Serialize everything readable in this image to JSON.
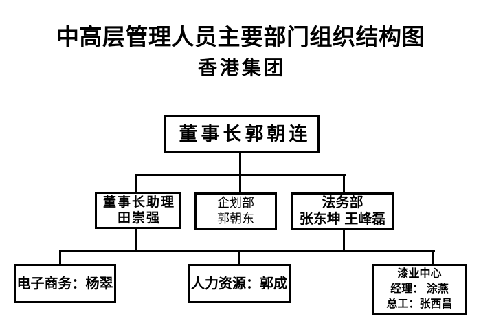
{
  "title": {
    "line1": "中高层管理人员主要部门组织结构图",
    "line2": "香港集团"
  },
  "org": {
    "chairman": {
      "line1": "董事长郭朝连"
    },
    "assistant": {
      "line1": "董事长助理",
      "line2": "田崇强"
    },
    "planning": {
      "line1": "企划部",
      "line2": "郭朝东"
    },
    "legal": {
      "line1": "法务部",
      "line2": "张东坤 王峰磊"
    },
    "ecommerce": {
      "line1": "电子商务：杨翠"
    },
    "hr": {
      "line1": "人力资源：郭成"
    },
    "paint_center": {
      "line1": "漆业中心",
      "line2": "经理： 涂燕",
      "line3": "总工：张西昌"
    }
  },
  "colors": {
    "background": "#ffffff",
    "line": "#000000",
    "text": "#000000"
  }
}
